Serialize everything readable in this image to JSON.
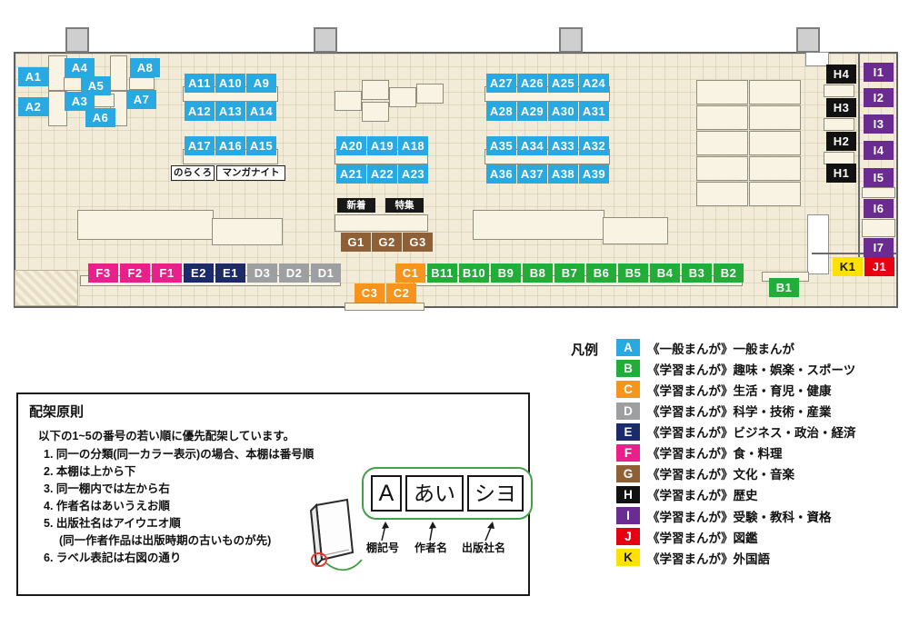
{
  "palette": {
    "A": "#29a9e1",
    "B": "#22ac38",
    "C": "#f7941d",
    "D": "#9e9fa0",
    "E": "#1b2a6b",
    "F": "#e9208c",
    "G": "#8f5f35",
    "H": "#111111",
    "I": "#6a2c91",
    "J": "#e60012",
    "K": "#ffe100"
  },
  "map": {
    "badges": {
      "A1": "A1",
      "A2": "A2",
      "A3": "A3",
      "A4": "A4",
      "A5": "A5",
      "A6": "A6",
      "A7": "A7",
      "A8": "A8",
      "A9": "A9",
      "A10": "A10",
      "A11": "A11",
      "A12": "A12",
      "A13": "A13",
      "A14": "A14",
      "A15": "A15",
      "A16": "A16",
      "A17": "A17",
      "A18": "A18",
      "A19": "A19",
      "A20": "A20",
      "A21": "A21",
      "A22": "A22",
      "A23": "A23",
      "A24": "A24",
      "A25": "A25",
      "A26": "A26",
      "A27": "A27",
      "A28": "A28",
      "A29": "A29",
      "A30": "A30",
      "A31": "A31",
      "A32": "A32",
      "A33": "A33",
      "A34": "A34",
      "A35": "A35",
      "A36": "A36",
      "A37": "A37",
      "A38": "A38",
      "A39": "A39",
      "B1": "B1",
      "B2": "B2",
      "B3": "B3",
      "B4": "B4",
      "B5": "B5",
      "B6": "B6",
      "B7": "B7",
      "B8": "B8",
      "B9": "B9",
      "B10": "B10",
      "B11": "B11",
      "C1": "C1",
      "C2": "C2",
      "C3": "C3",
      "D1": "D1",
      "D2": "D2",
      "D3": "D3",
      "E1": "E1",
      "E2": "E2",
      "F1": "F1",
      "F2": "F2",
      "F3": "F3",
      "G1": "G1",
      "G2": "G2",
      "G3": "G3",
      "H1": "H1",
      "H2": "H2",
      "H3": "H3",
      "H4": "H4",
      "I1": "I1",
      "I2": "I2",
      "I3": "I3",
      "I4": "I4",
      "I5": "I5",
      "I6": "I6",
      "I7": "I7",
      "J1": "J1",
      "K1": "K1"
    },
    "labels": {
      "norakuro": "のらくろ",
      "manga_night": "マンガナイト",
      "new_arrivals": "新着",
      "feature": "特集"
    }
  },
  "legend": {
    "title": "凡例",
    "items": [
      {
        "letter": "A",
        "scope": "《一般まんが》",
        "name": "一般まんが"
      },
      {
        "letter": "B",
        "scope": "《学習まんが》",
        "name": "趣味・娯楽・スポーツ"
      },
      {
        "letter": "C",
        "scope": "《学習まんが》",
        "name": "生活・育児・健康"
      },
      {
        "letter": "D",
        "scope": "《学習まんが》",
        "name": "科学・技術・産業"
      },
      {
        "letter": "E",
        "scope": "《学習まんが》",
        "name": "ビジネス・政治・経済"
      },
      {
        "letter": "F",
        "scope": "《学習まんが》",
        "name": "食・料理"
      },
      {
        "letter": "G",
        "scope": "《学習まんが》",
        "name": "文化・音楽"
      },
      {
        "letter": "H",
        "scope": "《学習まんが》",
        "name": "歴史"
      },
      {
        "letter": "I",
        "scope": "《学習まんが》",
        "name": "受験・教科・資格"
      },
      {
        "letter": "J",
        "scope": "《学習まんが》",
        "name": "図鑑"
      },
      {
        "letter": "K",
        "scope": "《学習まんが》",
        "name": "外国語"
      }
    ]
  },
  "principles": {
    "title": "配架原則",
    "intro": "以下の1~5の番号の若い順に優先配架しています。",
    "items": [
      "1. 同一の分類(同一カラー表示)の場合、本棚は番号順",
      "2. 本棚は上から下",
      "3. 同一棚内では左から右",
      "4. 作者名はあいうえお順",
      "5. 出版社名はアイウエオ順",
      "(同一作者作品は出版時期の古いものが先)",
      "6. ラベル表記は右図の通り"
    ],
    "label_example": {
      "shelf": "A",
      "author": "あい",
      "publisher": "シヨ"
    },
    "captions": {
      "shelf": "棚記号",
      "author": "作者名",
      "publisher": "出版社名"
    }
  }
}
